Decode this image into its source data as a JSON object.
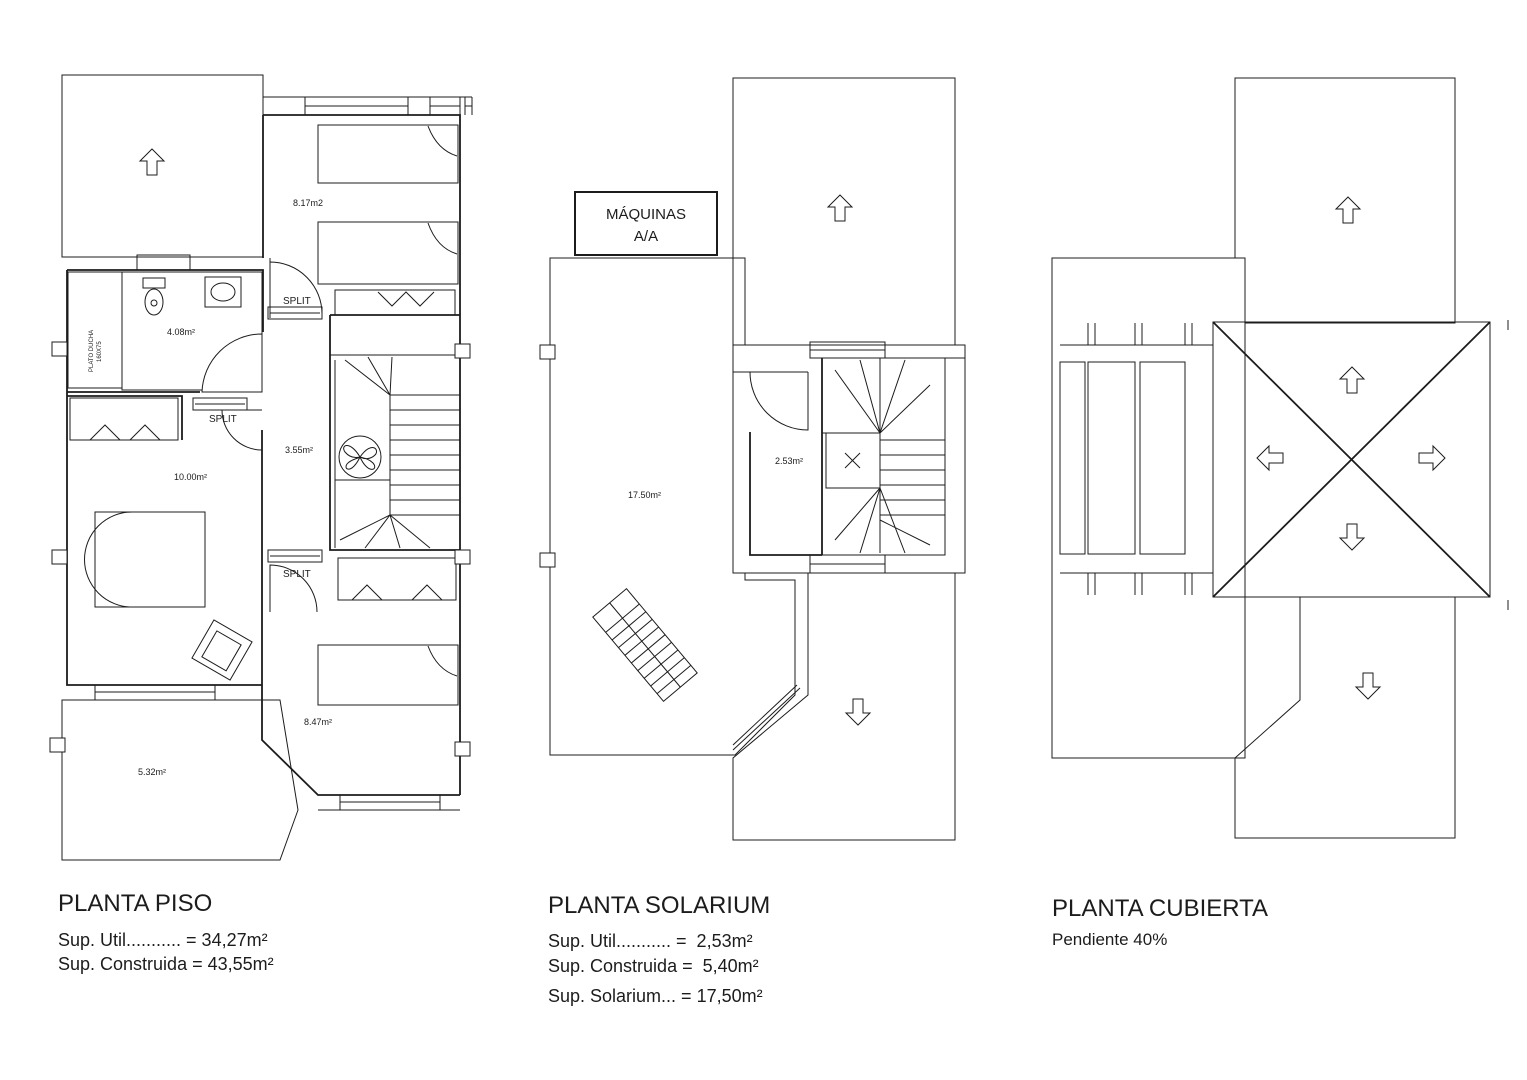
{
  "colors": {
    "ink": "#1c1c1c",
    "paper": "#ffffff"
  },
  "piso": {
    "title": "PLANTA PISO",
    "sup_util": "Sup. Util........... = 34,27m²",
    "sup_construida": "Sup. Construida = 43,55m²",
    "rooms": {
      "dormitorio_superior": "8.17m2",
      "bano": "4.08m²",
      "distribuidor": "3.55m²",
      "dormitorio_principal": "10.00m²",
      "dormitorio_inferior": "8.47m²",
      "terraza": "5.32m²"
    },
    "ducha": [
      "PLATO DUCHA",
      "160X75"
    ],
    "splits": [
      "SPLIT",
      "SPLIT",
      "SPLIT"
    ]
  },
  "solarium": {
    "title": "PLANTA SOLARIUM",
    "sup_util": "Sup. Util........... =  2,53m²",
    "sup_construida": "Sup. Construida =  5,40m²",
    "sup_solarium": "Sup. Solarium... = 17,50m²",
    "maquinas": [
      "MÁQUINAS",
      "A/A"
    ],
    "rooms": {
      "caseton": "2.53m²",
      "solarium": "17.50m²"
    }
  },
  "cubierta": {
    "title": "PLANTA CUBIERTA",
    "pendiente": "Pendiente 40%"
  }
}
